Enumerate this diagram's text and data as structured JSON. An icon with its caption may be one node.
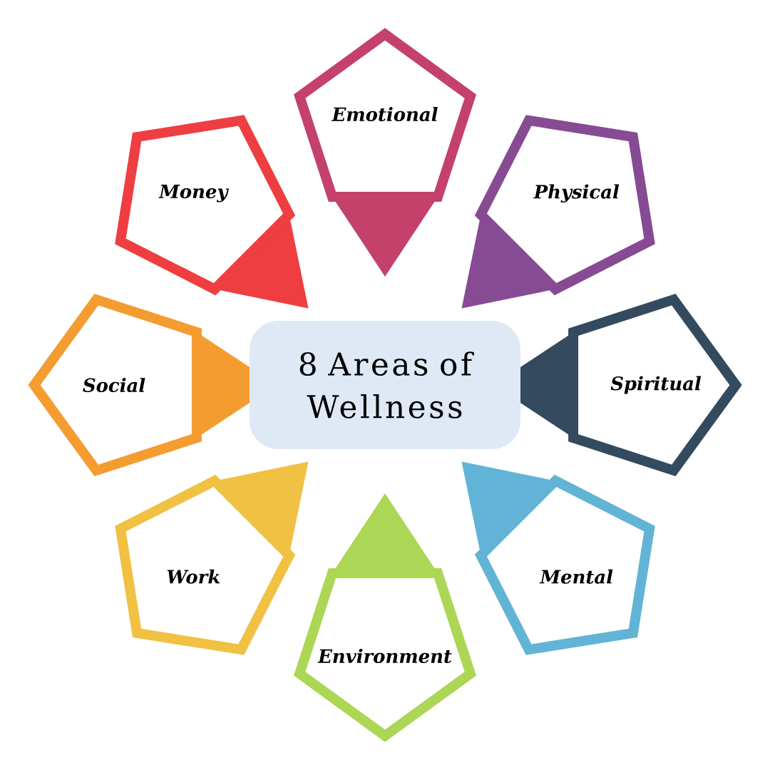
{
  "diagram": {
    "nodes": [
      {
        "text": [
          "8 Areas of Wellness"
        ]
      },
      {
        "text": [
          "Emotional"
        ]
      },
      {
        "text": [
          "Physical"
        ]
      },
      {
        "text": [
          "Spiritual"
        ]
      },
      {
        "text": [
          "Mental"
        ]
      },
      {
        "text": [
          "Environment"
        ]
      },
      {
        "text": [
          "Work"
        ]
      },
      {
        "text": [
          "Social"
        ]
      },
      {
        "text": [
          "Money"
        ]
      }
    ]
  }
}
